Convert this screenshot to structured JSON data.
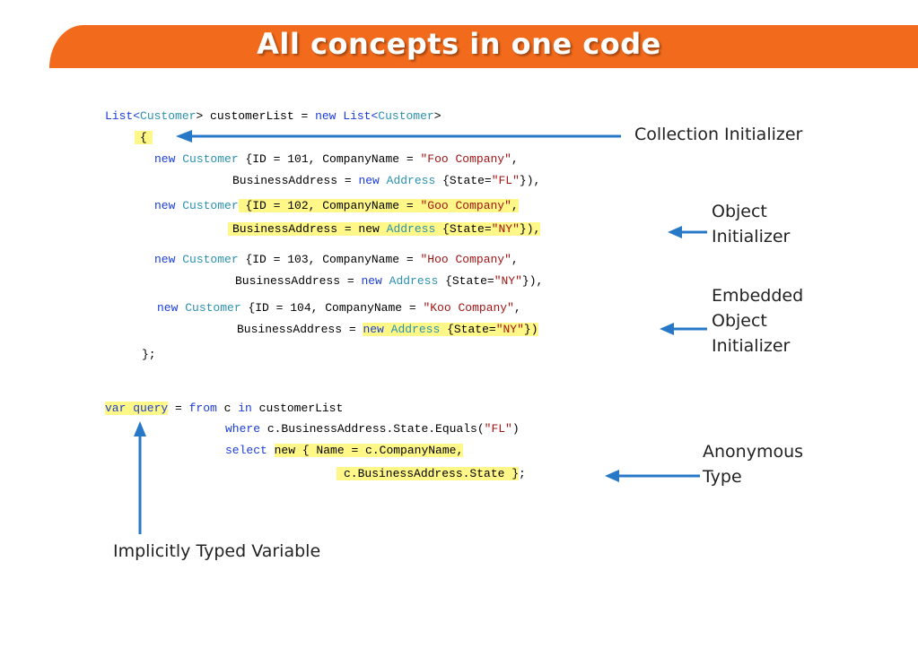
{
  "slide": {
    "title": "All concepts in one code"
  },
  "code": {
    "l1_a": "List<",
    "l1_b": "Customer",
    "l1_c": "> customerList = ",
    "l1_d": "new",
    "l1_e": " ",
    "l1_f": "List<",
    "l1_g": "Customer",
    "l1_h": ">",
    "l2": "{",
    "c1_new": "new",
    "c1_type": "Customer",
    "c1_text": " {ID = 101, CompanyName = ",
    "c1_str": "\"Foo Company\"",
    "c1_comma": ",",
    "c1b_text": "BusinessAddress = ",
    "c1b_new": "new",
    "c1b_type": "Address",
    "c1b_text2": " {State=",
    "c1b_str": "\"FL\"",
    "c1b_end": "}),",
    "c2_new": "new",
    "c2_type": "Customer",
    "c2_text": " {ID = 102, CompanyName = ",
    "c2_str": "\"Goo Company\"",
    "c2_comma": ",",
    "c2b_text": "BusinessAddress = new ",
    "c2b_type": "Address",
    "c2b_text2": " {State=",
    "c2b_str": "\"NY\"",
    "c2b_end": "}),",
    "c3_new": "new",
    "c3_type": "Customer",
    "c3_text": " {ID = 103, CompanyName = ",
    "c3_str": "\"Hoo Company\"",
    "c3_comma": ",",
    "c3b_text": "BusinessAddress = ",
    "c3b_new": "new",
    "c3b_type": "Address",
    "c3b_text2": " {State=",
    "c3b_str": "\"NY\"",
    "c3b_end": "}),",
    "c4_new": "new",
    "c4_type": "Customer",
    "c4_text": " {ID = 104, CompanyName = ",
    "c4_str": "\"Koo Company\"",
    "c4_comma": ",",
    "c4b_text": "BusinessAddress = ",
    "c4b_new": "new",
    "c4b_type": "Address",
    "c4b_text2": " {State=",
    "c4b_str": "\"NY\"",
    "c4b_end": "})",
    "close": "};",
    "q1_var": "var query",
    "q1_eq": " = ",
    "q1_from": "from",
    "q1_c": " c ",
    "q1_in": "in",
    "q1_rest": " customerList",
    "q2_where": "where",
    "q2_rest": " c.BusinessAddress.State.Equals(",
    "q2_str": "\"FL\"",
    "q2_end": ")",
    "q3_select": "select",
    "q3_sp": " ",
    "q3_hl": "new { Name = c.CompanyName,",
    "q4_hl": "c.BusinessAddress.State }",
    "q4_end": ";"
  },
  "labels": {
    "collection_initializer": "Collection Initializer",
    "object_initializer_1": "Object",
    "object_initializer_2": "Initializer",
    "embedded_1": "Embedded",
    "embedded_2": "Object",
    "embedded_3": "Initializer",
    "anonymous_1": "Anonymous",
    "anonymous_2": "Type",
    "implicit": "Implicitly Typed Variable"
  },
  "colors": {
    "banner": "#f26a1b",
    "keyword": "#1b3dd6",
    "type": "#2b91af",
    "string": "#a31515",
    "highlight": "#fff788",
    "arrow": "#2878c8"
  }
}
